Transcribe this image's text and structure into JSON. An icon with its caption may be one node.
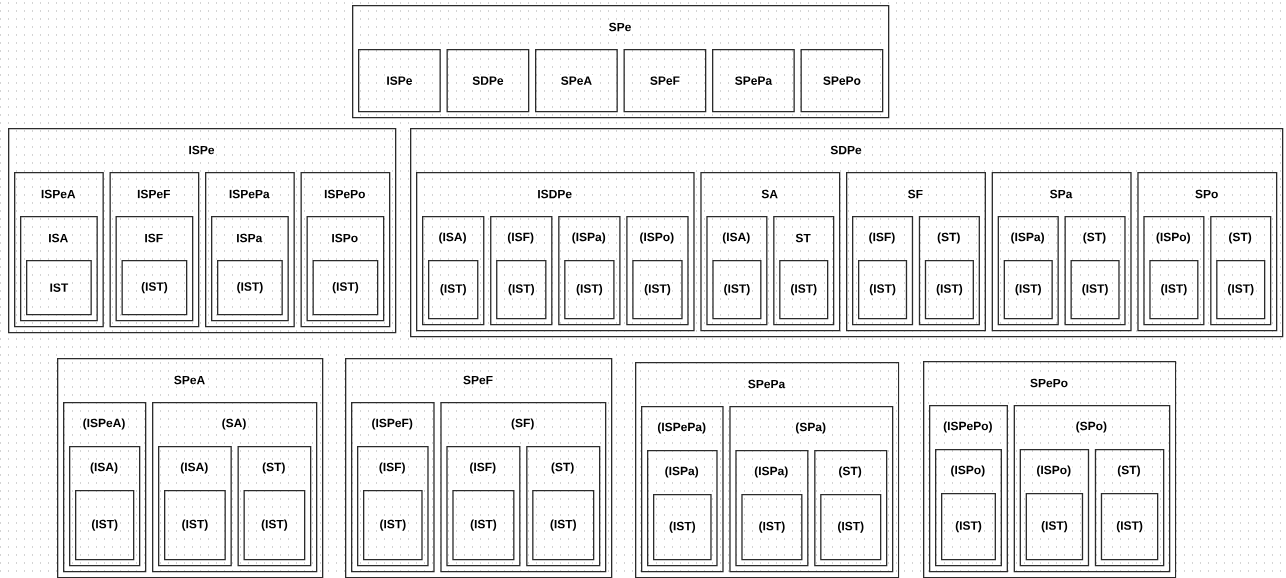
{
  "diagram": {
    "nodes": [
      {
        "text": [
          "SPe"
        ]
      },
      {
        "text": [
          "ISPe"
        ],
        "in": 0
      },
      {
        "text": [
          "SDPe"
        ],
        "in": 0
      },
      {
        "text": [
          "SPeA"
        ],
        "in": 0
      },
      {
        "text": [
          "SPeF"
        ],
        "in": 0
      },
      {
        "text": [
          "SPePa"
        ],
        "in": 0
      },
      {
        "text": [
          "SPePo"
        ],
        "in": 0
      },
      {
        "text": [
          "ISPe"
        ]
      },
      {
        "text": [
          "ISPeA"
        ],
        "in": 7
      },
      {
        "text": [
          "ISA"
        ],
        "in": 8
      },
      {
        "text": [
          "IST"
        ],
        "in": 9
      },
      {
        "text": [
          "ISPeF"
        ],
        "in": 7
      },
      {
        "text": [
          "ISF"
        ],
        "in": 11
      },
      {
        "text": [
          "(IST)"
        ],
        "in": 12
      },
      {
        "text": [
          "ISPePa"
        ],
        "in": 7
      },
      {
        "text": [
          "ISPa"
        ],
        "in": 14
      },
      {
        "text": [
          "(IST)"
        ],
        "in": 15
      },
      {
        "text": [
          "ISPePo"
        ],
        "in": 7
      },
      {
        "text": [
          "ISPo"
        ],
        "in": 17
      },
      {
        "text": [
          "(IST)"
        ],
        "in": 18
      },
      {
        "text": [
          "SDPe"
        ]
      },
      {
        "text": [
          "ISDPe"
        ],
        "in": 20
      },
      {
        "text": [
          "(ISA)"
        ],
        "in": 21
      },
      {
        "text": [
          "(IST)"
        ],
        "in": 22
      },
      {
        "text": [
          "(ISF)"
        ],
        "in": 21
      },
      {
        "text": [
          "(IST)"
        ],
        "in": 24
      },
      {
        "text": [
          "(ISPa)"
        ],
        "in": 21
      },
      {
        "text": [
          "(IST)"
        ],
        "in": 26
      },
      {
        "text": [
          "(ISPo)"
        ],
        "in": 21
      },
      {
        "text": [
          "(IST)"
        ],
        "in": 28
      },
      {
        "text": [
          "SA"
        ],
        "in": 20
      },
      {
        "text": [
          "(ISA)"
        ],
        "in": 30
      },
      {
        "text": [
          "(IST)"
        ],
        "in": 31
      },
      {
        "text": [
          "ST"
        ],
        "in": 30
      },
      {
        "text": [
          "(IST)"
        ],
        "in": 33
      },
      {
        "text": [
          "SF"
        ],
        "in": 20
      },
      {
        "text": [
          "(ISF)"
        ],
        "in": 35
      },
      {
        "text": [
          "(IST)"
        ],
        "in": 36
      },
      {
        "text": [
          "(ST)"
        ],
        "in": 35
      },
      {
        "text": [
          "(IST)"
        ],
        "in": 38
      },
      {
        "text": [
          "SPa"
        ],
        "in": 20
      },
      {
        "text": [
          "(ISPa)"
        ],
        "in": 40
      },
      {
        "text": [
          "(IST)"
        ],
        "in": 41
      },
      {
        "text": [
          "(ST)"
        ],
        "in": 40
      },
      {
        "text": [
          "(IST)"
        ],
        "in": 43
      },
      {
        "text": [
          "SPo"
        ],
        "in": 20
      },
      {
        "text": [
          "(ISPo)"
        ],
        "in": 45
      },
      {
        "text": [
          "(IST)"
        ],
        "in": 46
      },
      {
        "text": [
          "(ST)"
        ],
        "in": 45
      },
      {
        "text": [
          "(IST)"
        ],
        "in": 48
      },
      {
        "text": [
          "SPeA"
        ]
      },
      {
        "text": [
          "(ISPeA)"
        ],
        "in": 50
      },
      {
        "text": [
          "(ISA)"
        ],
        "in": 51
      },
      {
        "text": [
          "(IST)"
        ],
        "in": 52
      },
      {
        "text": [
          "(SA)"
        ],
        "in": 50
      },
      {
        "text": [
          "(ISA)"
        ],
        "in": 54
      },
      {
        "text": [
          "(IST)"
        ],
        "in": 55
      },
      {
        "text": [
          "(ST)"
        ],
        "in": 54
      },
      {
        "text": [
          "(IST)"
        ],
        "in": 57
      },
      {
        "text": [
          "SPeF"
        ]
      },
      {
        "text": [
          "(ISPeF)"
        ],
        "in": 59
      },
      {
        "text": [
          "(ISF)"
        ],
        "in": 60
      },
      {
        "text": [
          "(IST)"
        ],
        "in": 61
      },
      {
        "text": [
          "(SF)"
        ],
        "in": 59
      },
      {
        "text": [
          "(ISF)"
        ],
        "in": 63
      },
      {
        "text": [
          "(IST)"
        ],
        "in": 64
      },
      {
        "text": [
          "(ST)"
        ],
        "in": 63
      },
      {
        "text": [
          "(IST)"
        ],
        "in": 66
      },
      {
        "text": [
          "SPePa"
        ]
      },
      {
        "text": [
          "(ISPePa)"
        ],
        "in": 68
      },
      {
        "text": [
          "(ISPa)"
        ],
        "in": 69
      },
      {
        "text": [
          "(IST)"
        ],
        "in": 70
      },
      {
        "text": [
          "(SPa)"
        ],
        "in": 68
      },
      {
        "text": [
          "(ISPa)"
        ],
        "in": 72
      },
      {
        "text": [
          "(IST)"
        ],
        "in": 73
      },
      {
        "text": [
          "(ST)"
        ],
        "in": 72
      },
      {
        "text": [
          "(IST)"
        ],
        "in": 75
      },
      {
        "text": [
          "SPePo"
        ]
      },
      {
        "text": [
          "(ISPePo)"
        ],
        "in": 77
      },
      {
        "text": [
          "(ISPo)"
        ],
        "in": 78
      },
      {
        "text": [
          "(IST)"
        ],
        "in": 79
      },
      {
        "text": [
          "(SPo)"
        ],
        "in": 77
      },
      {
        "text": [
          "(ISPo)"
        ],
        "in": 81
      },
      {
        "text": [
          "(IST)"
        ],
        "in": 82
      },
      {
        "text": [
          "(ST)"
        ],
        "in": 81
      },
      {
        "text": [
          "(IST)"
        ],
        "in": 84
      }
    ]
  }
}
